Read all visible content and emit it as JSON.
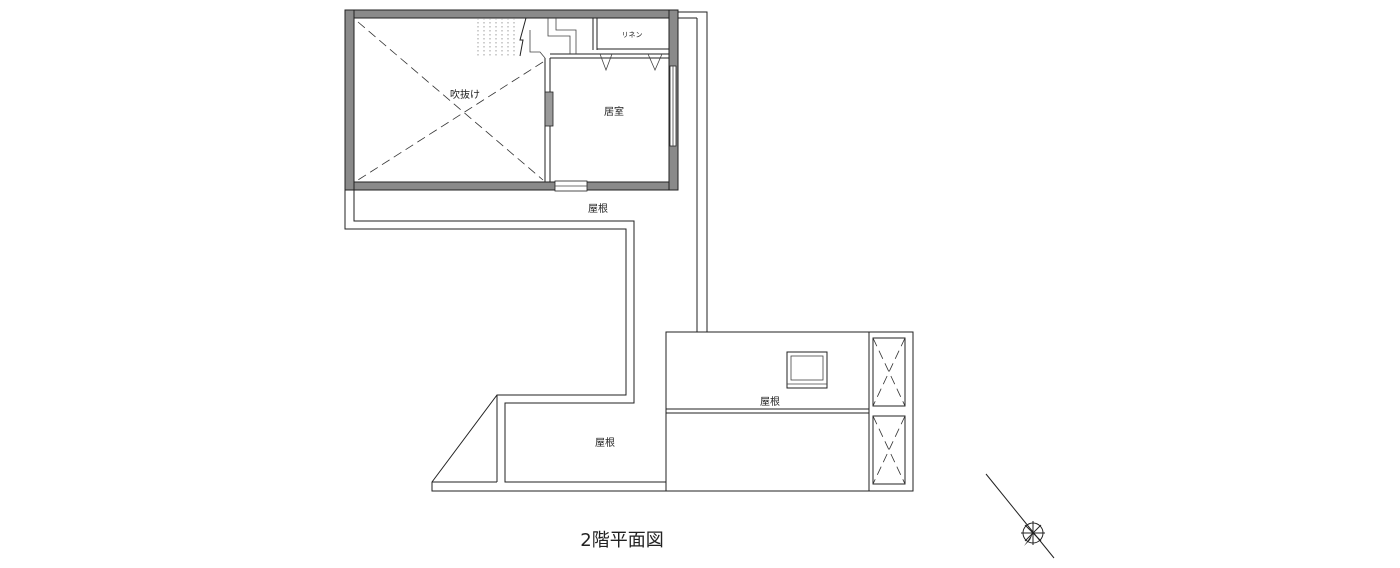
{
  "labels": {
    "void": "吹抜け",
    "room": "居室",
    "linen": "リネン",
    "roof_upper": "屋根",
    "roof_right": "屋根",
    "roof_lower": "屋根"
  },
  "title": "2階平面図",
  "colors": {
    "wall": "#8a8a8a",
    "line": "#222222",
    "background": "#ffffff"
  }
}
